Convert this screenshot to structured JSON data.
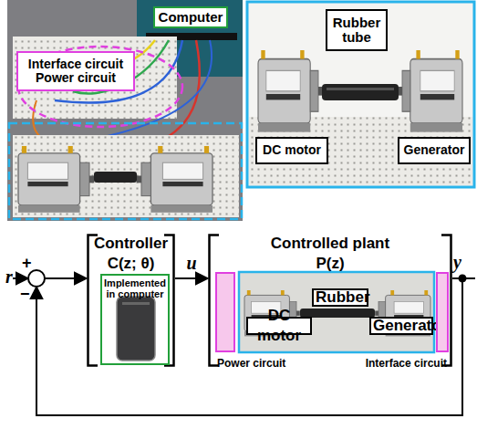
{
  "diagram": {
    "nodes": [
      {
        "text": [
          "Computer"
        ]
      },
      {
        "text": [
          "Interface circuit Power circuit"
        ]
      },
      {
        "text": [
          "Rubber tube"
        ]
      },
      {
        "text": [
          "DC motor"
        ]
      },
      {
        "text": [
          "Generator"
        ]
      },
      {
        "text": [
          "Controller C(z; θ)"
        ]
      },
      {
        "text": [
          "Implemented in computer"
        ],
        "in": 5
      },
      {
        "text": [
          "Controlled plant P(z)"
        ]
      },
      {
        "text": [
          "Rubber"
        ],
        "in": 7
      },
      {
        "text": [
          "DC motor"
        ],
        "in": 7
      },
      {
        "text": [
          "Generator"
        ],
        "in": 7
      },
      {
        "text": [
          "Power circuit"
        ],
        "in": 7
      },
      {
        "text": [
          "Interface circuit"
        ],
        "in": 7
      }
    ],
    "edges": [
      {
        "from": 5,
        "to": 7,
        "arrow": "to",
        "label": "u"
      }
    ],
    "labels": [
      "r",
      "+",
      "−",
      "y"
    ]
  }
}
